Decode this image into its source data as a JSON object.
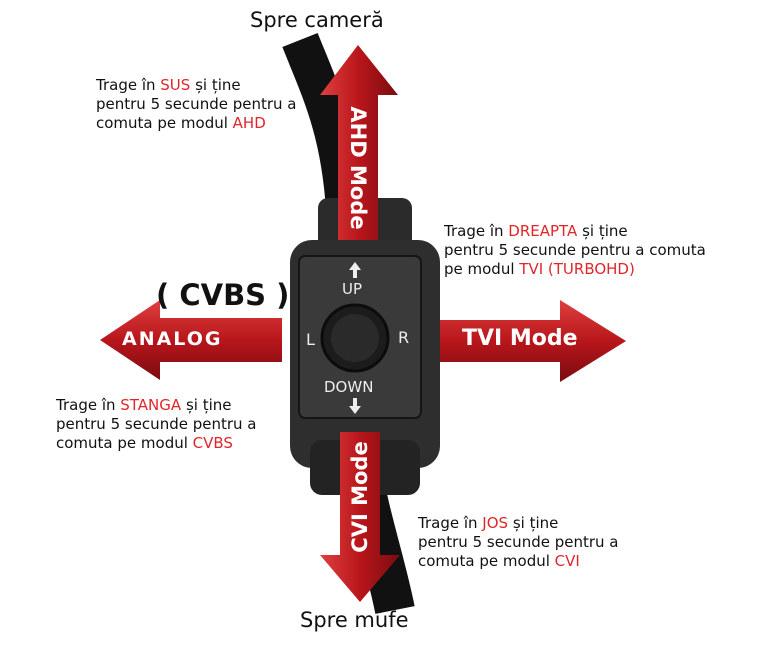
{
  "captions": {
    "top": "Spre cameră",
    "bottom": "Spre mufe"
  },
  "arrows": {
    "up": "AHD Mode",
    "left": "ANALOG",
    "right": "TVI Mode",
    "down": "CVI Mode",
    "left_tag": "( CVBS )"
  },
  "device": {
    "up": "UP",
    "down": "DOWN",
    "left": "L",
    "right": "R"
  },
  "instructions": {
    "up": {
      "verb": "Trage în ",
      "dir": "SUS",
      "hold": " și ține",
      "line2": "pentru 5 secunde pentru a",
      "line3": "comuta pe modul ",
      "mode": "AHD"
    },
    "right": {
      "verb": "Trage în ",
      "dir": "DREAPTA",
      "hold": " și ține",
      "line2": "pentru 5 secunde pentru a comuta",
      "line3": "pe modul ",
      "mode": "TVI (TURBOHD)"
    },
    "left": {
      "verb": "Trage în ",
      "dir": "STANGA",
      "hold": " și ține",
      "line2": "pentru 5 secunde pentru a",
      "line3": "comuta pe modul ",
      "mode": "CVBS"
    },
    "down": {
      "verb": "Trage în ",
      "dir": "JOS",
      "hold": " și ține",
      "line2": "pentru 5 secunde pentru a",
      "line3": "comuta pe modul ",
      "mode": "CVI"
    }
  },
  "colors": {
    "arrow": "#b8161b",
    "highlight": "#e0262b",
    "device": "#2a2a2a"
  }
}
